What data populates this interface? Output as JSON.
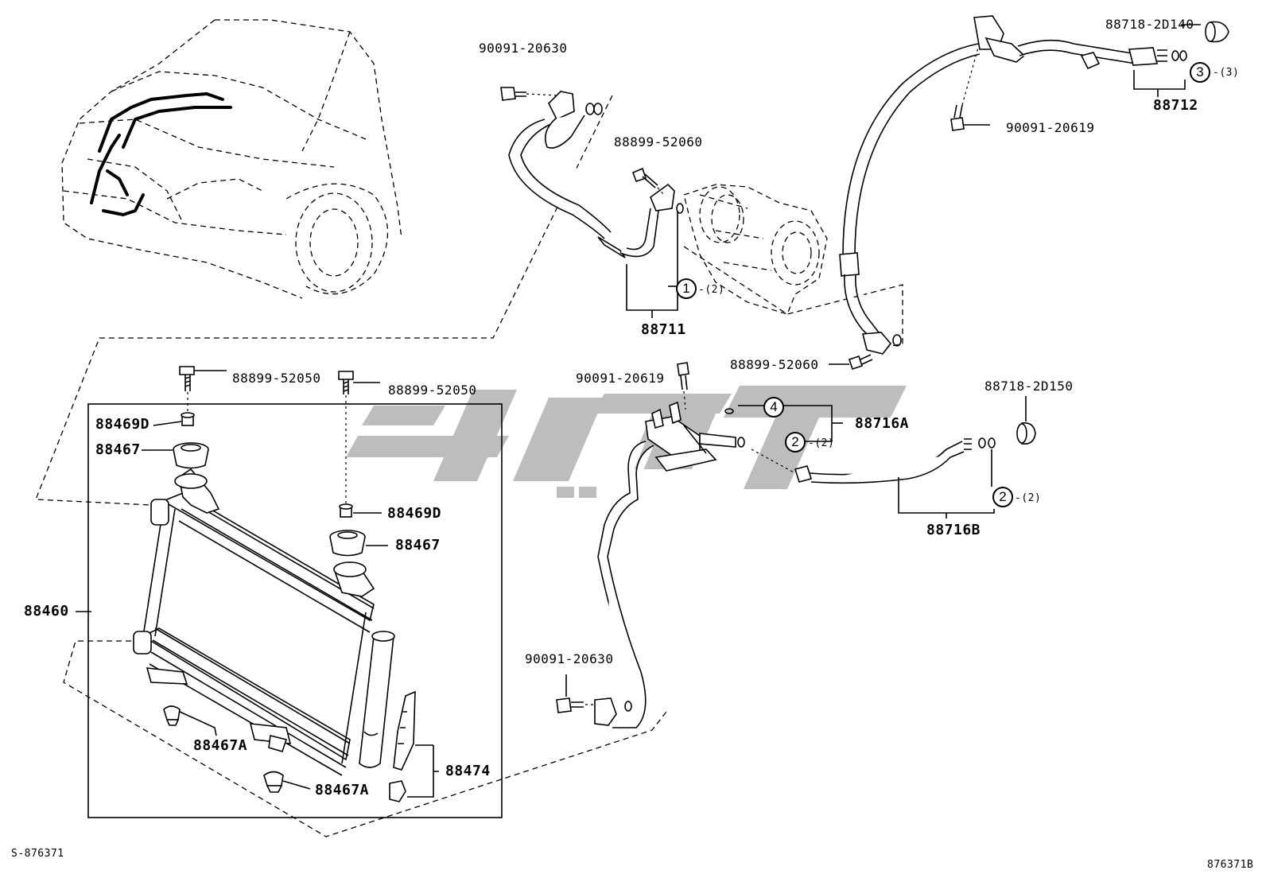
{
  "labels": {
    "p90091_20630_top": "90091-20630",
    "p88899_52060_top": "88899-52060",
    "p88711": "88711",
    "p88718_2D140": "88718-2D140",
    "p88712": "88712",
    "p90091_20619_top": "90091-20619",
    "p88899_52060_mid": "88899-52060",
    "p90091_20619_mid": "90091-20619",
    "p88716A": "88716A",
    "p88718_2D150": "88718-2D150",
    "p88716B": "88716B",
    "p88899_52050_left": "88899-52050",
    "p88899_52050_right": "88899-52050",
    "p88469D_top": "88469D",
    "p88467_top": "88467",
    "p88469D_mid": "88469D",
    "p88467_mid": "88467",
    "p88460": "88460",
    "p90091_20630_bottom": "90091-20630",
    "p88467A_left": "88467A",
    "p88467A_bottom": "88467A",
    "p88474": "88474"
  },
  "callouts": {
    "c1": {
      "number": "1",
      "qty": "-(2)"
    },
    "c2a": {
      "number": "2",
      "qty": "-(2)"
    },
    "c2b": {
      "number": "2",
      "qty": "-(2)"
    },
    "c3": {
      "number": "3",
      "qty": "-(3)"
    },
    "c4": {
      "number": "4"
    }
  },
  "footer": {
    "left_code": "S-876371",
    "right_code": "876371B"
  },
  "colors": {
    "line": "#000000",
    "watermark": "#bdbdbd",
    "background": "#ffffff"
  }
}
